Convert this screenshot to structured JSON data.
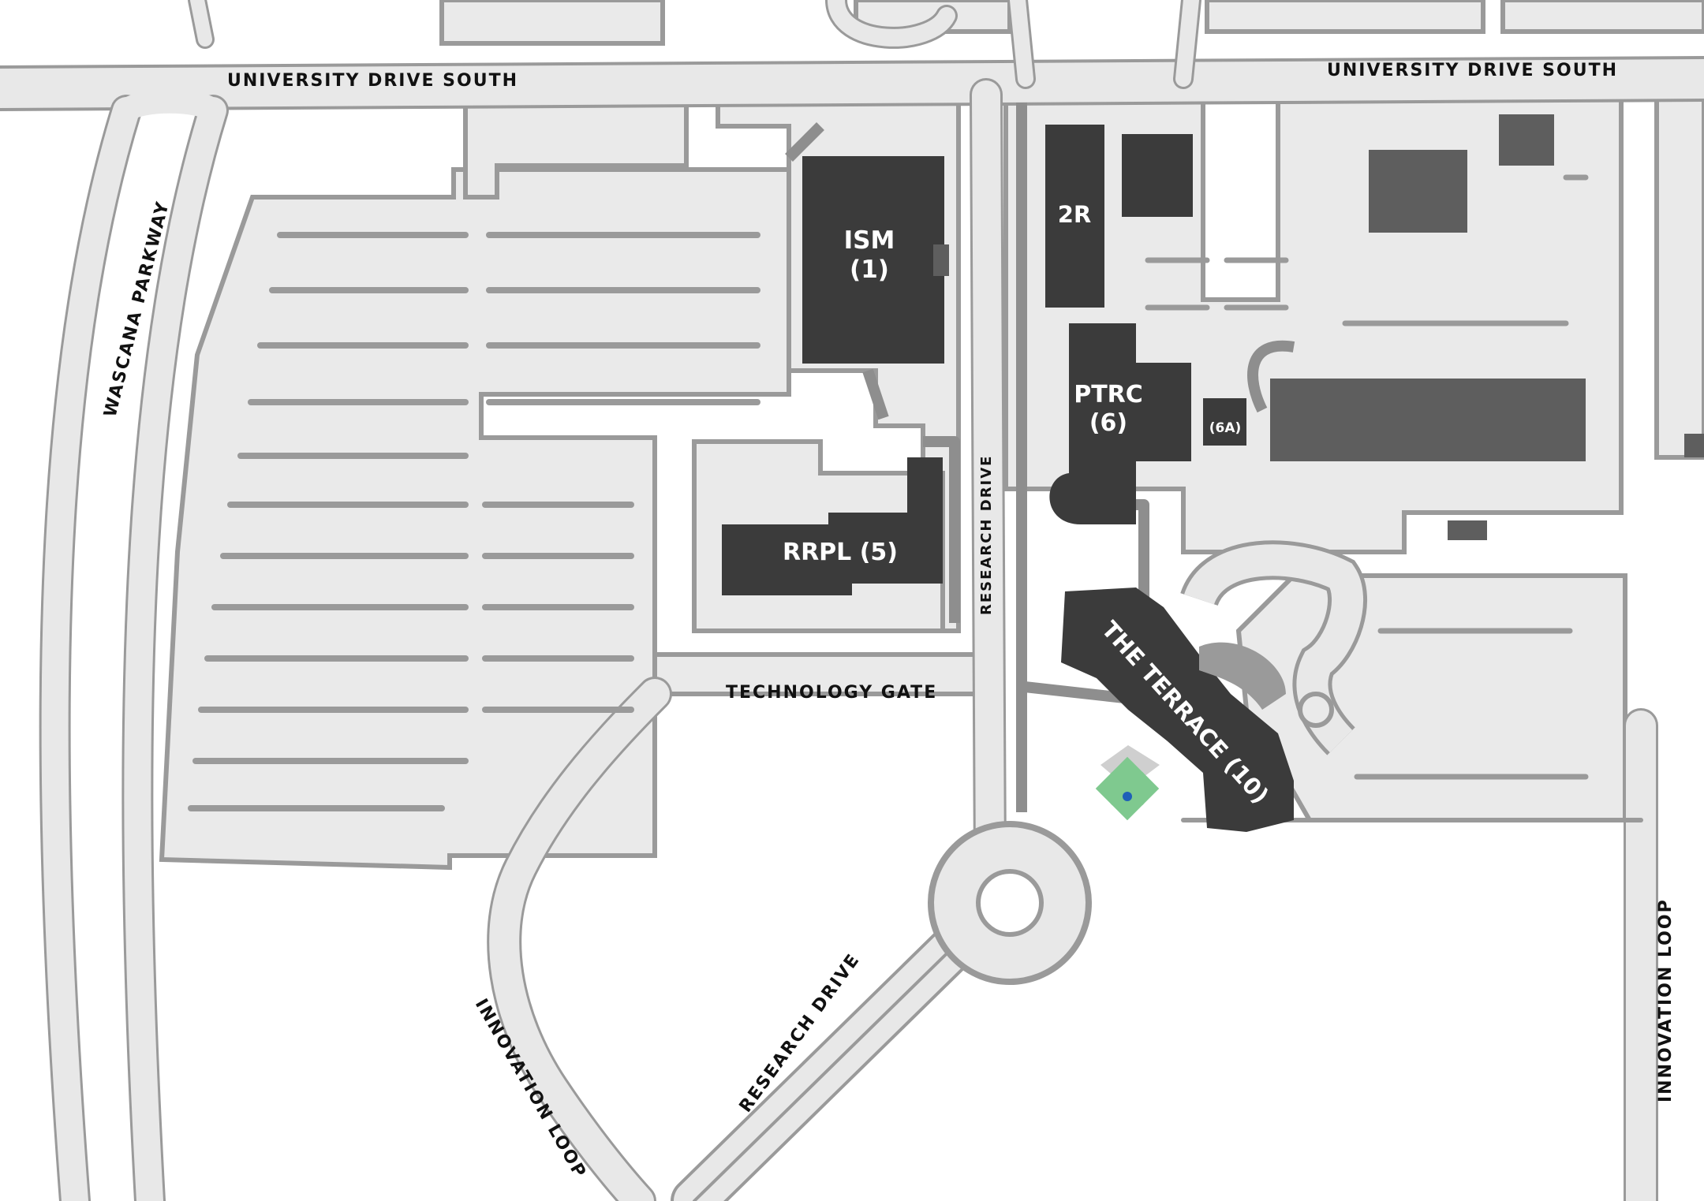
{
  "colors": {
    "background": "#ffffff",
    "road": "#e8e8e8",
    "road_edge": "#9a9a9a",
    "lot": "#eaeaea",
    "path": "#8e8e8e",
    "building_dark": "#3b3b3b",
    "building_mid": "#5e5e5e",
    "green": "#7fc98f",
    "marker": "#1f5fb8",
    "label": "#111111",
    "building_label": "#ffffff"
  },
  "roads": {
    "univ_south_left": "UNIVERSITY DRIVE SOUTH",
    "univ_south_right": "UNIVERSITY DRIVE SOUTH",
    "wascana": "WASCANA PARKWAY",
    "research_vertical": "RESEARCH DRIVE",
    "research_diagonal": "RESEARCH DRIVE",
    "technology_gate": "TECHNOLOGY GATE",
    "innovation_left": "INNOVATION LOOP",
    "innovation_right": "INNOVATION LOOP"
  },
  "buildings": {
    "ism_line1": "ISM",
    "ism_line2": "(1)",
    "two_r": "2R",
    "ptrc_line1": "PTRC",
    "ptrc_line2": "(6)",
    "six_a": "(6A)",
    "rrpl": "RRPL (5)",
    "terrace": "THE TERRACE (10)"
  },
  "icons": [
    "courtyard-marker-icon"
  ]
}
